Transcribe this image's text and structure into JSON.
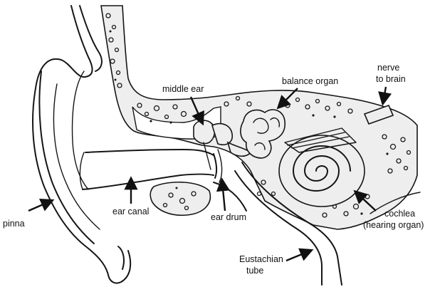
{
  "labels": {
    "pinna": "pinna",
    "ear_canal": "ear canal",
    "middle_ear": "middle ear",
    "ear_drum": "ear drum",
    "balance_organ": "balance organ",
    "nerve_line1": "nerve",
    "nerve_line2": "to brain",
    "cochlea_line1": "cochlea",
    "cochlea_line2": "(hearing organ)",
    "eustachian_line1": "Eustachian",
    "eustachian_line2": "tube"
  },
  "colors": {
    "ink": "#151515",
    "background": "#ffffff",
    "bone_fill": "#eeeeee"
  }
}
